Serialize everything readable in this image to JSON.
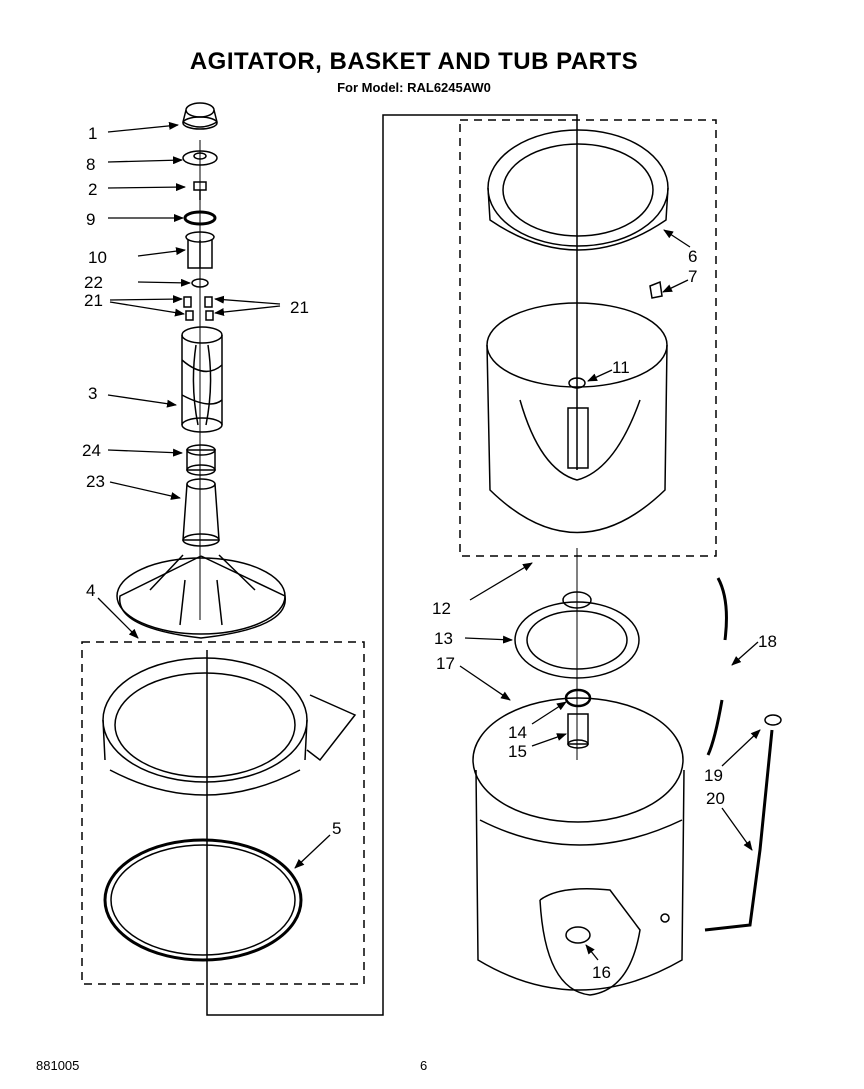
{
  "header": {
    "title": "AGITATOR, BASKET AND TUB PARTS",
    "subtitle": "For Model: RAL6245AW0"
  },
  "footer": {
    "code": "881005",
    "page": "6"
  },
  "callouts": {
    "c1": "1",
    "c8": "8",
    "c2": "2",
    "c9": "9",
    "c10": "10",
    "c22": "22",
    "c21a": "21",
    "c21b": "21",
    "c3": "3",
    "c24": "24",
    "c23": "23",
    "c4": "4",
    "c5": "5",
    "c6": "6",
    "c7": "7",
    "c11": "11",
    "c12": "12",
    "c13": "13",
    "c17": "17",
    "c14": "14",
    "c15": "15",
    "c18": "18",
    "c19": "19",
    "c20": "20",
    "c16": "16"
  }
}
